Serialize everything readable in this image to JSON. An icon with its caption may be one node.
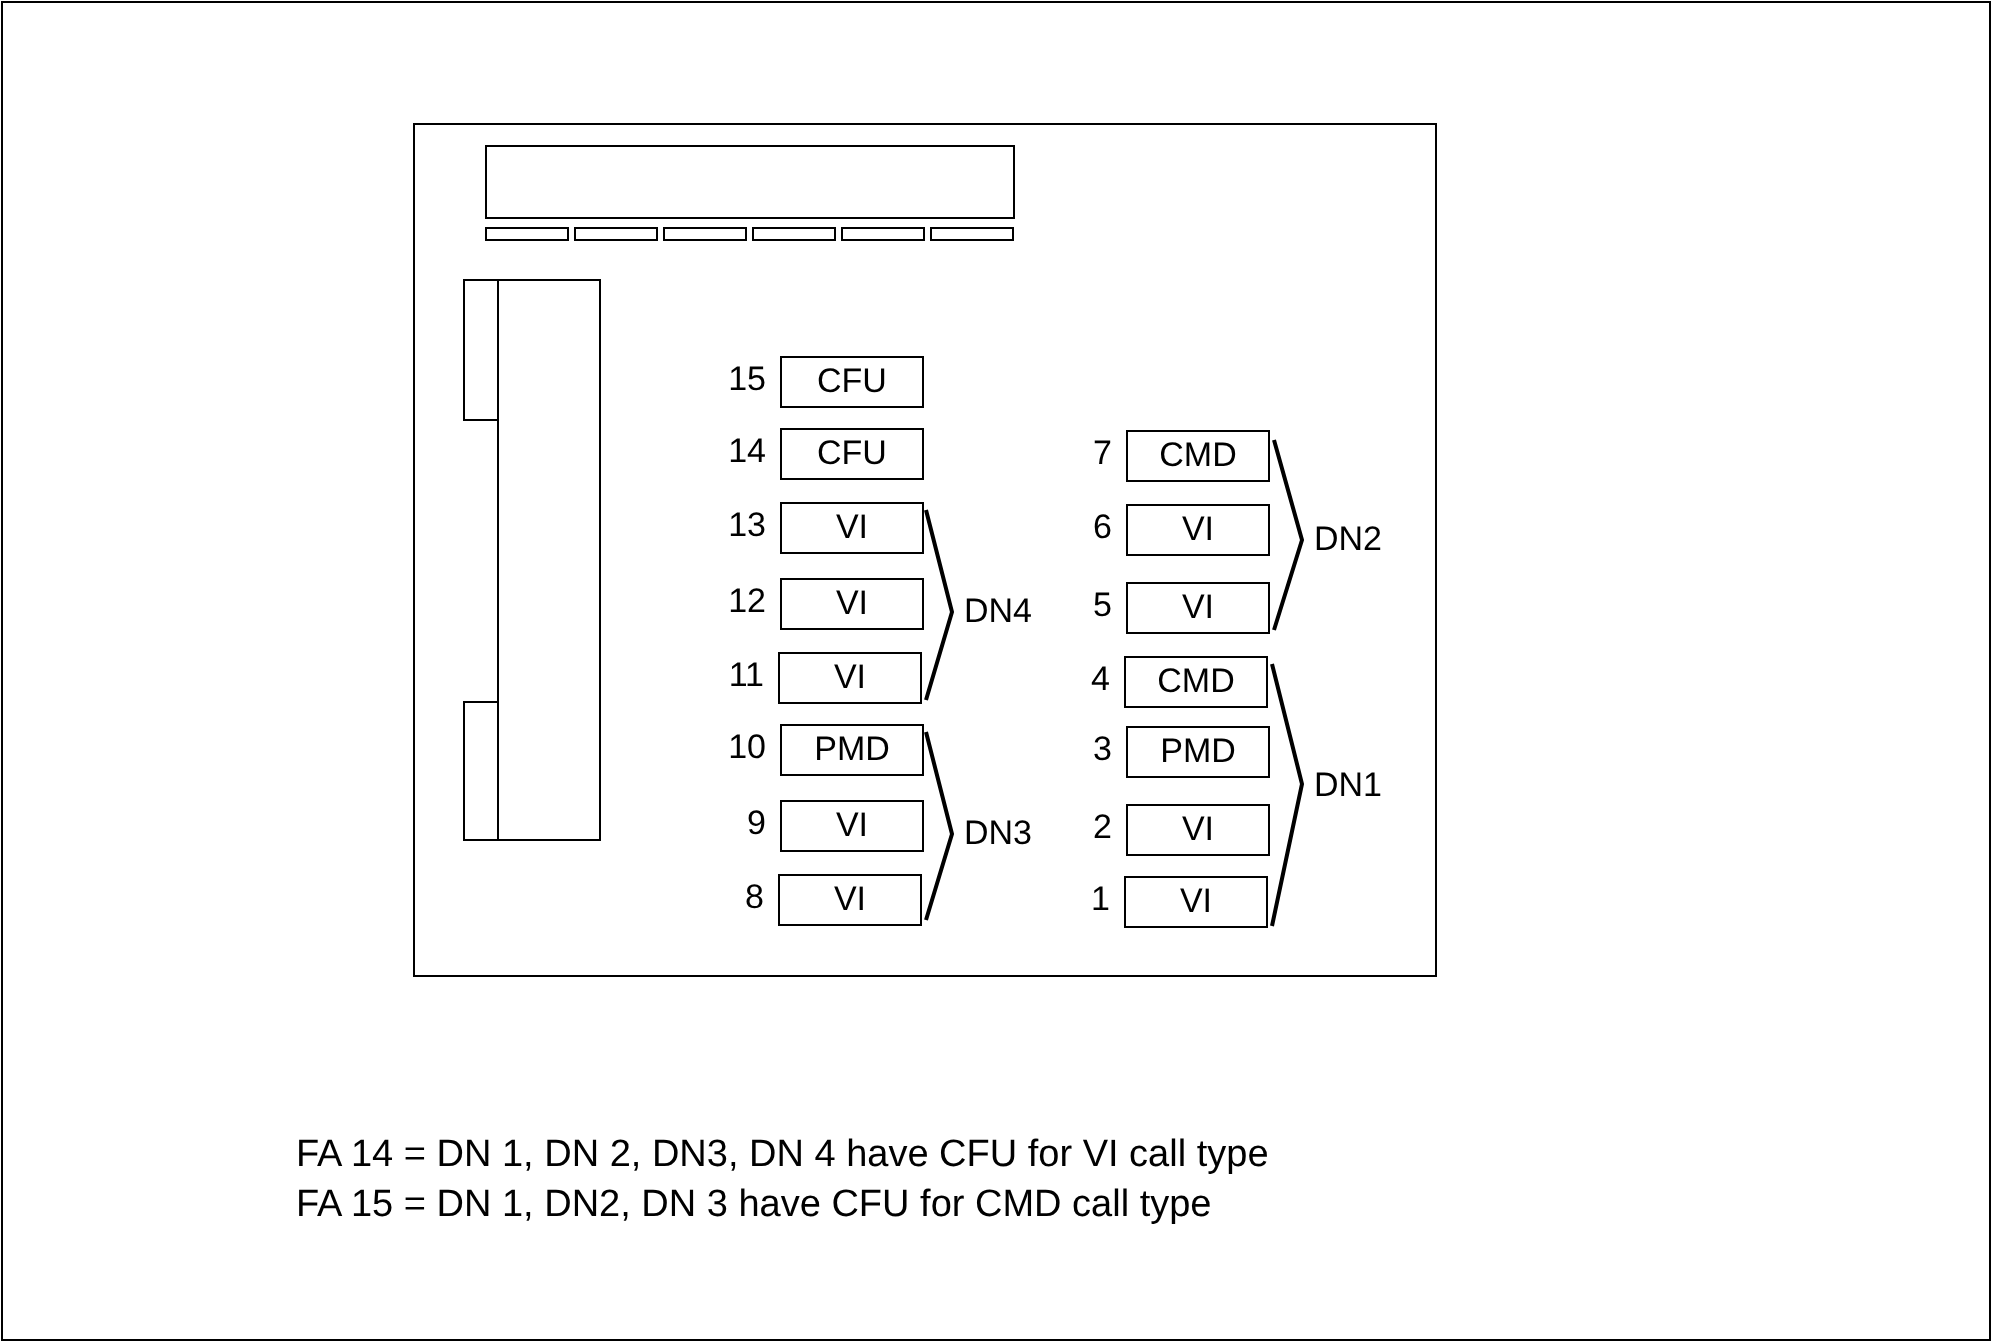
{
  "diagram": {
    "nodes": [
      {
        "text": [
          "CFU"
        ],
        "beside": [
          "15"
        ]
      },
      {
        "text": [
          "CFU"
        ],
        "beside": [
          "14"
        ]
      },
      {
        "text": [
          "VI"
        ],
        "beside": [
          "13"
        ]
      },
      {
        "text": [
          "VI"
        ],
        "beside": [
          "12"
        ]
      },
      {
        "text": [
          "VI"
        ],
        "beside": [
          "11"
        ]
      },
      {
        "text": [
          "PMD"
        ],
        "beside": [
          "10"
        ]
      },
      {
        "text": [
          "VI"
        ],
        "beside": [
          "9"
        ]
      },
      {
        "text": [
          "VI"
        ],
        "beside": [
          "8"
        ]
      },
      {
        "text": [
          "CMD"
        ],
        "beside": [
          "7"
        ]
      },
      {
        "text": [
          "VI"
        ],
        "beside": [
          "6"
        ]
      },
      {
        "text": [
          "VI"
        ],
        "beside": [
          "5"
        ]
      },
      {
        "text": [
          "CMD"
        ],
        "beside": [
          "4"
        ]
      },
      {
        "text": [
          "PMD"
        ],
        "beside": [
          "3"
        ]
      },
      {
        "text": [
          "VI"
        ],
        "beside": [
          "2"
        ]
      },
      {
        "text": [
          "VI"
        ],
        "beside": [
          "1"
        ]
      }
    ],
    "edges": [],
    "labels": [
      "DN2",
      "DN4",
      "DN1",
      "DN3",
      "FA 14 = DN 1, DN 2, DN3, DN 4 have CFU for VI call type",
      "FA 15 = DN 1, DN2, DN 3 have CFU for CMD call type"
    ]
  }
}
